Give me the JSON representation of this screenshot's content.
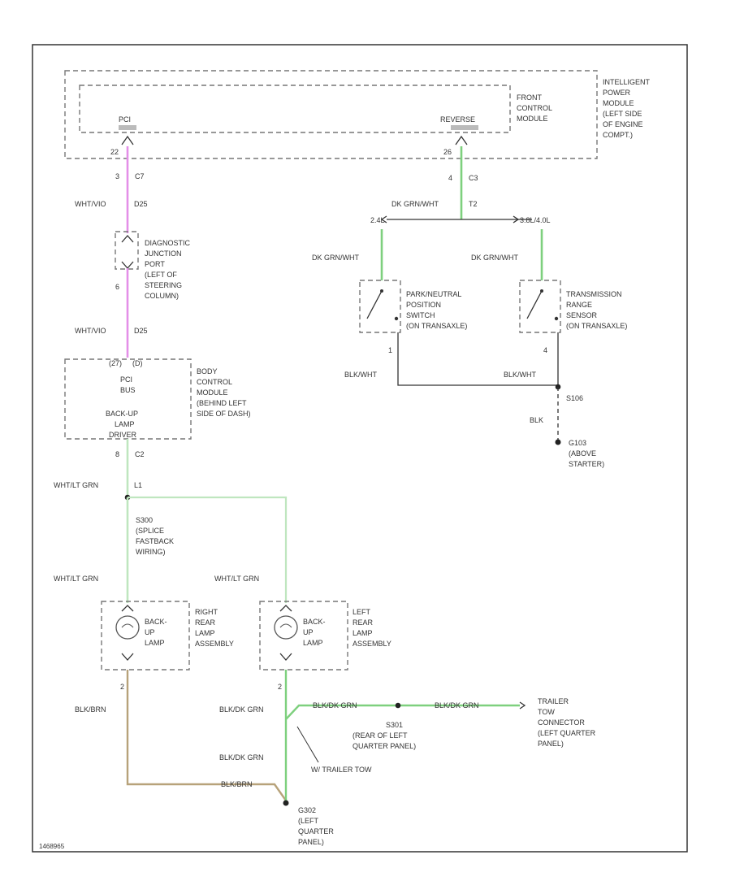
{
  "colors": {
    "violet_wire": "#e48fe8",
    "green_wire": "#7ed07e",
    "light_green_wire": "#bfe6bf",
    "tan_wire": "#b7a27a",
    "black_wire": "#333333"
  },
  "ipm": {
    "label": [
      "INTELLIGENT",
      "POWER",
      "MODULE",
      "(LEFT SIDE",
      "OF ENGINE",
      "COMPT.)"
    ],
    "fcm_label": [
      "FRONT",
      "CONTROL",
      "MODULE"
    ],
    "pci_label": "PCI",
    "reverse_label": "REVERSE",
    "left_pin": "22",
    "right_pin": "26"
  },
  "wires_top_left": {
    "pin": "3",
    "conn": "C7",
    "color": "WHT/VIO",
    "circuit": "D25"
  },
  "wires_top_right": {
    "pin": "4",
    "conn": "C3",
    "color": "DK GRN/WHT",
    "circuit": "T2",
    "left_branch": "2.4L",
    "right_branch": "3.8L/4.0L"
  },
  "diagnostic_port": {
    "label": [
      "DIAGNOSTIC",
      "JUNCTION",
      "PORT",
      "(LEFT OF",
      "STEERING",
      "COLUMN)"
    ],
    "pin_bottom": "6",
    "color_below": "WHT/VIO",
    "circuit_below": "D25"
  },
  "bcm": {
    "pin_left": "(27)",
    "pin_right": "(D)",
    "pci_label": [
      "PCI",
      "BUS"
    ],
    "driver_label": [
      "BACK-UP",
      "LAMP",
      "DRIVER"
    ],
    "label": [
      "BODY",
      "CONTROL",
      "MODULE",
      "(BEHIND LEFT",
      "SIDE OF DASH)"
    ],
    "pin_bottom": "8",
    "conn_bottom": "C2",
    "color_out": "WHT/LT GRN",
    "circuit_out": "L1"
  },
  "pnp_switch": {
    "wire_in": "DK GRN/WHT",
    "label": [
      "PARK/NEUTRAL",
      "POSITION",
      "SWITCH",
      "(ON TRANSAXLE)"
    ],
    "pin_bottom": "1",
    "wire_out": "BLK/WHT"
  },
  "trs_sensor": {
    "wire_in": "DK GRN/WHT",
    "label": [
      "TRANSMISSION",
      "RANGE",
      "SENSOR",
      "(ON TRANSAXLE)"
    ],
    "pin_bottom": "4",
    "wire_out": "BLK/WHT"
  },
  "ground_right": {
    "splice": "S106",
    "wire": "BLK",
    "ground": "G103",
    "ground_label": [
      "(ABOVE",
      "STARTER)"
    ]
  },
  "splice_left": {
    "id": "S300",
    "label": [
      "S300",
      "(SPLICE",
      "FASTBACK",
      "WIRING)"
    ]
  },
  "right_lamp": {
    "wire_in": "WHT/LT GRN",
    "lamp_label": [
      "BACK-",
      "UP",
      "LAMP"
    ],
    "label": [
      "RIGHT",
      "REAR",
      "LAMP",
      "ASSEMBLY"
    ],
    "pin_bottom": "2",
    "wire_out": "BLK/BRN"
  },
  "left_lamp": {
    "wire_in": "WHT/LT GRN",
    "lamp_label": [
      "BACK-",
      "UP",
      "LAMP"
    ],
    "label": [
      "LEFT",
      "REAR",
      "LAMP",
      "ASSEMBLY"
    ],
    "pin_bottom": "2",
    "wire_out": "BLK/DK GRN"
  },
  "trailer": {
    "wire_a": "BLK/DK GRN",
    "wire_b": "BLK/DK GRN",
    "splice": "S301",
    "splice_label": [
      "(REAR OF LEFT",
      "QUARTER PANEL)"
    ],
    "connector_label": [
      "TRAILER",
      "TOW",
      "CONNECTOR",
      "(LEFT QUARTER",
      "PANEL)"
    ],
    "wire_down": "BLK/DK GRN",
    "tow_note": "W/ TRAILER TOW",
    "bottom_wire": "BLK/BRN"
  },
  "ground_bottom": {
    "id": "G302",
    "label": [
      "G302",
      "(LEFT",
      "QUARTER",
      "PANEL)"
    ]
  },
  "footer_code": "1468965"
}
